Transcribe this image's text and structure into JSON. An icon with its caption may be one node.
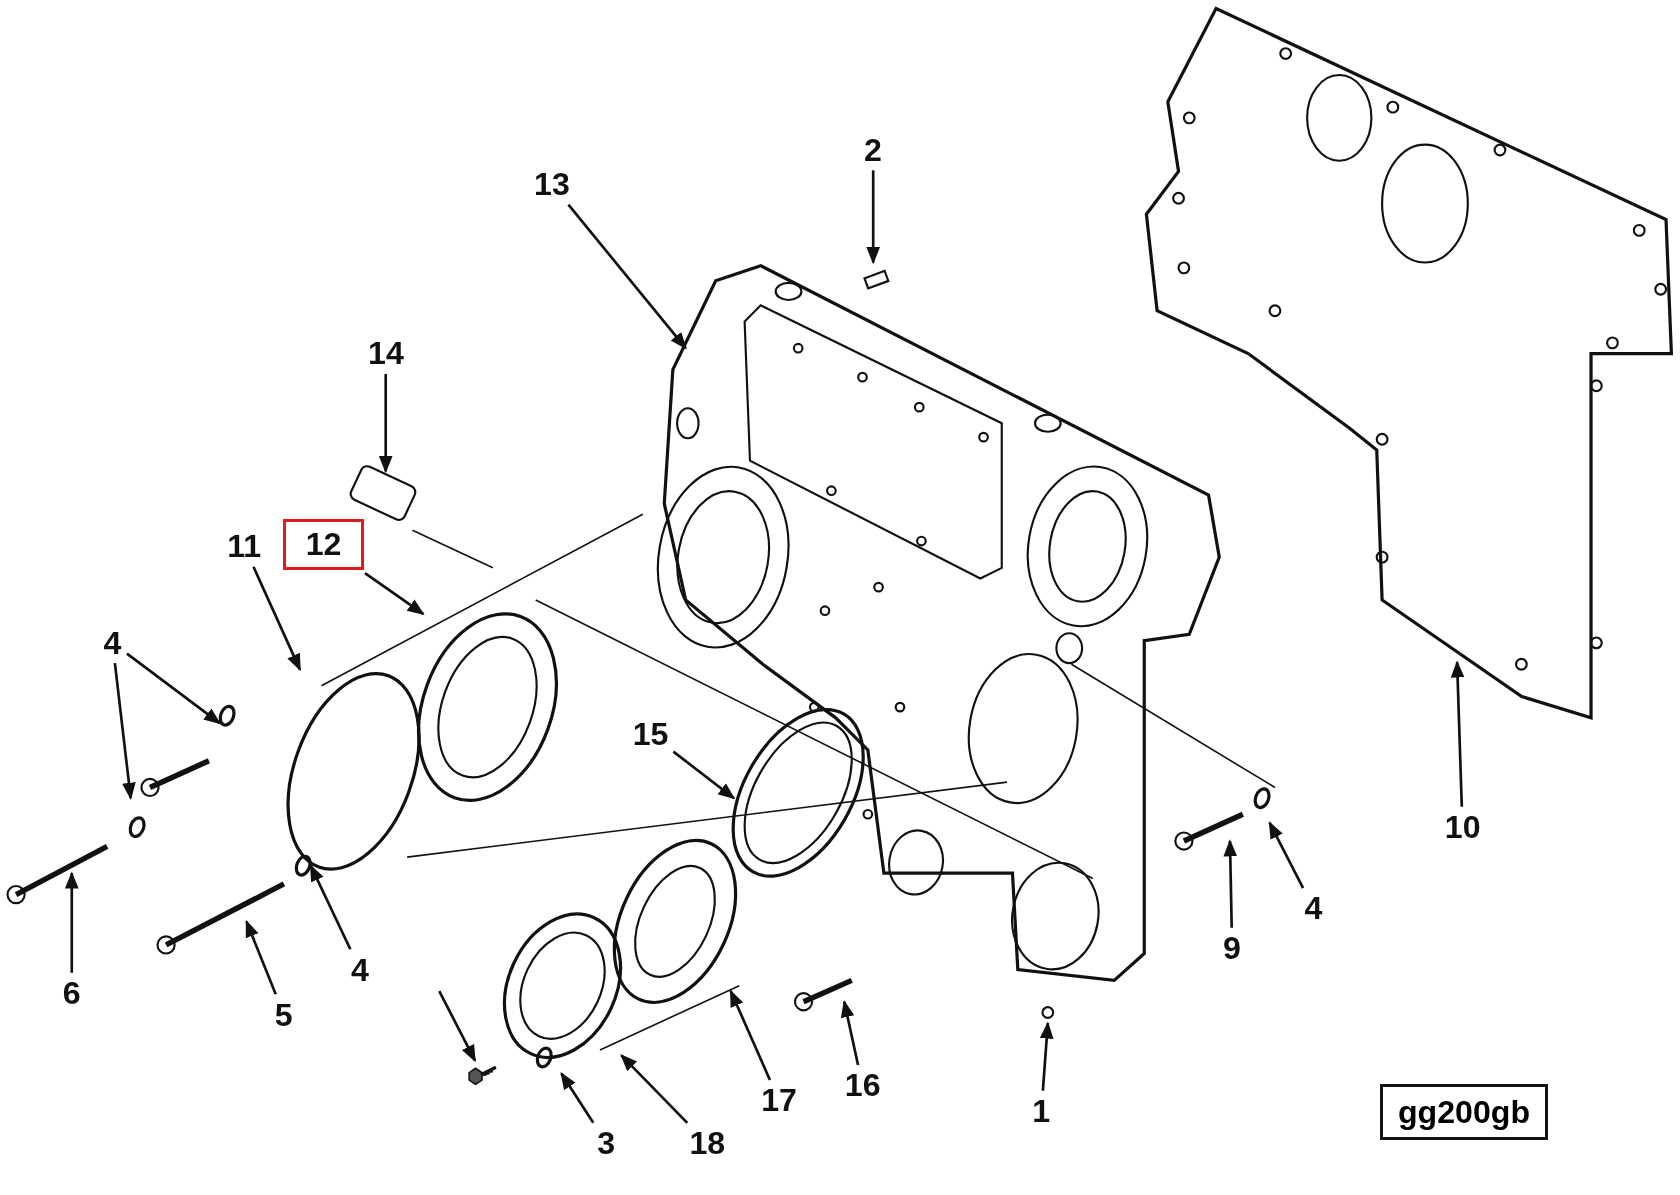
{
  "diagram": {
    "nodes": [
      {
        "text": [
          "2"
        ]
      },
      {
        "text": [
          "13"
        ]
      },
      {
        "text": [
          "14"
        ]
      },
      {
        "text": [
          "12"
        ]
      },
      {
        "text": [
          "11"
        ]
      },
      {
        "text": [
          "4"
        ]
      },
      {
        "text": [
          "15"
        ]
      },
      {
        "text": [
          "10"
        ]
      },
      {
        "text": [
          "4"
        ]
      },
      {
        "text": [
          "9"
        ]
      },
      {
        "text": [
          "4"
        ]
      },
      {
        "text": [
          "6"
        ]
      },
      {
        "text": [
          "5"
        ]
      },
      {
        "text": [
          "16"
        ]
      },
      {
        "text": [
          "17"
        ]
      },
      {
        "text": [
          "1"
        ]
      },
      {
        "text": [
          "3"
        ]
      },
      {
        "text": [
          "18"
        ]
      },
      {
        "text": [],
        "shape": "picture"
      }
    ],
    "edges": [
      {
        "from": 0,
        "to": null,
        "arrow": "to"
      },
      {
        "from": 1,
        "to": null,
        "arrow": "to"
      },
      {
        "from": 2,
        "to": null,
        "arrow": "to"
      },
      {
        "from": 3,
        "to": null,
        "arrow": "to"
      },
      {
        "from": 4,
        "to": null,
        "arrow": "to"
      },
      {
        "from": 5,
        "to": null,
        "arrow": "to"
      },
      {
        "from": 5,
        "to": null,
        "arrow": "to"
      },
      {
        "from": 6,
        "to": null,
        "arrow": "to"
      },
      {
        "from": 7,
        "to": null,
        "arrow": "to"
      },
      {
        "from": 8,
        "to": null,
        "arrow": "to"
      },
      {
        "from": 9,
        "to": null,
        "arrow": "to"
      },
      {
        "from": 10,
        "to": null,
        "arrow": "to"
      },
      {
        "from": 11,
        "to": null,
        "arrow": "to"
      },
      {
        "from": 12,
        "to": null,
        "arrow": "to"
      },
      {
        "from": 13,
        "to": null,
        "arrow": "to"
      },
      {
        "from": 14,
        "to": null,
        "arrow": "to"
      },
      {
        "from": 15,
        "to": null,
        "arrow": "to"
      },
      {
        "from": 16,
        "to": null,
        "arrow": "to"
      },
      {
        "from": 17,
        "to": null,
        "arrow": "to"
      },
      {
        "from": null,
        "to": 18,
        "arrow": "to"
      }
    ],
    "labels": [
      "gg200gb"
    ]
  }
}
